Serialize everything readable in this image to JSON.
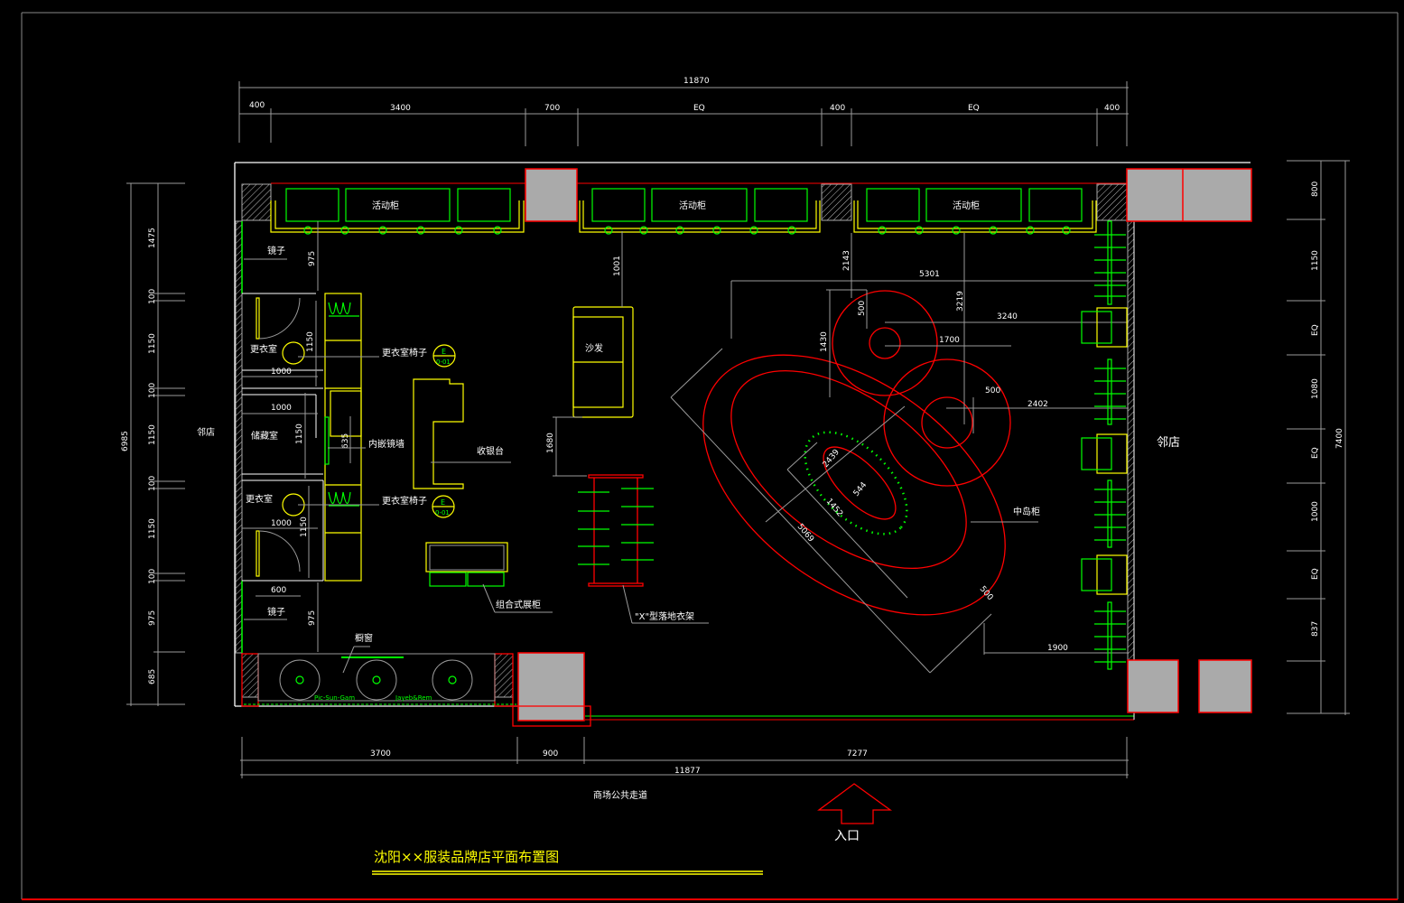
{
  "title": "沈阳××服装品牌店平面布置图",
  "colors": {
    "background": "#000000",
    "wall": "#ffffff",
    "furniture": "#ffff00",
    "fixtures": "#00ff00",
    "island": "#ff0000",
    "column": "#aaaaaa",
    "dimension": "#9a9a9a"
  },
  "dims_top": {
    "total": "11870",
    "segments": [
      "400",
      "3400",
      "700",
      "EQ",
      "400",
      "EQ",
      "400"
    ]
  },
  "dims_bottom": {
    "total": "11877",
    "segments": [
      "3700",
      "900",
      "7277"
    ]
  },
  "dims_left": {
    "total": "6985",
    "segments": [
      "1475",
      "100",
      "1150",
      "100",
      "1150",
      "100",
      "1150",
      "100",
      "975",
      "685"
    ]
  },
  "dims_right": {
    "total": "7400",
    "segments": [
      "800",
      "1150",
      "EQ",
      "1080",
      "EQ",
      "1000",
      "EQ",
      "837"
    ]
  },
  "dims_interior": {
    "mirror_top": "975",
    "mirror_bottom": "975",
    "room_w1": "1000",
    "room_w2": "1000",
    "room_w3": "1000",
    "room_h1": "1150",
    "room_h2": "1150",
    "room_h3": "1150",
    "mirror_wall": "635",
    "door": "600",
    "sofa_top": "1001",
    "sofa_bottom": "1680",
    "island_w": "5301",
    "island_top": "2143",
    "circle_r1": "500",
    "circle_h": "1430",
    "island_v": "3219",
    "island_3240": "3240",
    "island_1700": "1700",
    "circle_r2": "500",
    "island_2402": "2402",
    "ellipse_inner": "2439",
    "ellipse_544": "544",
    "ellipse_1452": "1452",
    "ellipse_5069": "5069",
    "ring_500": "500",
    "offset_1900": "1900"
  },
  "labels": {
    "cabinet_1": "活动柜",
    "cabinet_2": "活动柜",
    "cabinet_3": "活动柜",
    "mirror_top": "镜子",
    "mirror_bottom": "镜子",
    "fitting_room_1": "更衣室",
    "storage_room": "储藏室",
    "fitting_room_2": "更衣室",
    "fitting_chair_1": "更衣室椅子",
    "fitting_chair_2": "更衣室椅子",
    "mirror_wall": "内嵌镜墙",
    "cashier": "收银台",
    "sofa": "沙发",
    "island": "中岛柜",
    "x_rack": "\"X\"型落地衣架",
    "display_table": "组合式展柜",
    "window": "橱窗",
    "neighbor_left": "邻店",
    "neighbor_right": "邻店",
    "corridor": "商场公共走道",
    "entrance": "入口",
    "tag_top_1": "E",
    "tag_bottom_1": "0-01",
    "tag_top_2": "E",
    "tag_bottom_2": "0-01",
    "brand_1": "Pic-Sun-Gam",
    "brand_2": "Jayeb&Rem"
  }
}
